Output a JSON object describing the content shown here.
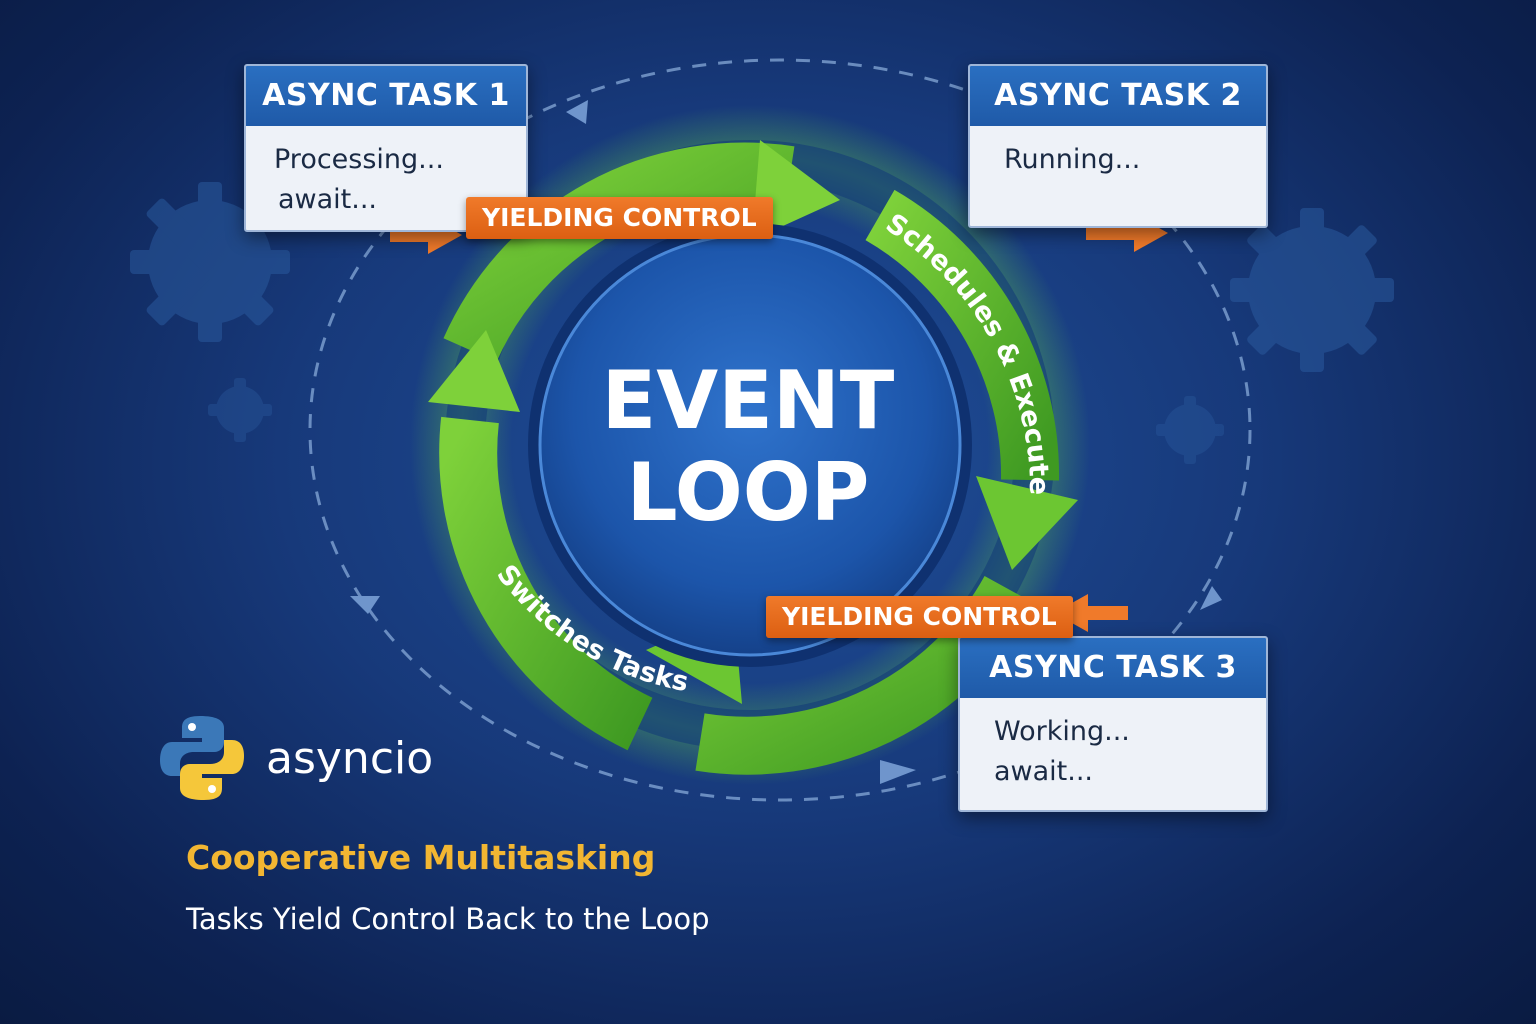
{
  "center": {
    "line1": "EVENT",
    "line2": "LOOP"
  },
  "tasks": [
    {
      "title": "ASYNC TASK 1",
      "lines": [
        "Processing...",
        "await..."
      ]
    },
    {
      "title": "ASYNC TASK 2",
      "lines": [
        "Running..."
      ]
    },
    {
      "title": "ASYNC TASK 3",
      "lines": [
        "Working...",
        "await..."
      ]
    }
  ],
  "yield_labels": [
    "YIELDING CONTROL",
    "YIELDING CONTROL"
  ],
  "arc_labels": {
    "right": "Schedules & Executes",
    "bottom_left": "Switches Tasks"
  },
  "brand": {
    "name": "asyncio",
    "icon": "python-logo-icon"
  },
  "tagline": {
    "title": "Cooperative Multitasking",
    "subtitle": "Tasks Yield Control Back to the Loop"
  },
  "colors": {
    "background": "#17397a",
    "loop_green": "#4caf2a",
    "event_circle": "#1f5fb6",
    "yield_orange": "#e8691c",
    "task_header": "#2a6fc1",
    "tagline_gold": "#f2b632"
  }
}
